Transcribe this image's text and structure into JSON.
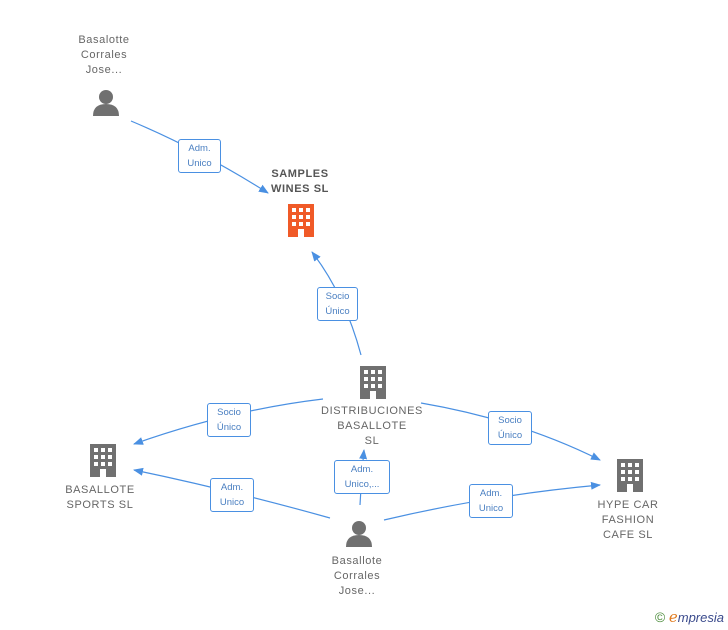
{
  "colors": {
    "edge": "#4a90e2",
    "company": "#707070",
    "focus_company": "#f05a28",
    "person": "#707070"
  },
  "nodes": {
    "person_top": {
      "label": "Basalotte\nCorrales\nJose...",
      "icon": "person-icon"
    },
    "samples": {
      "label": "SAMPLES\nWINES  SL",
      "icon": "building-icon"
    },
    "distribuciones": {
      "label": "DISTRIBUCIONES\nBASALLOTE\nSL",
      "icon": "building-icon"
    },
    "basallote_sports": {
      "label": "BASALLOTE\nSPORTS  SL",
      "icon": "building-icon"
    },
    "hype": {
      "label": "HYPE CAR\nFASHION\nCAFE  SL",
      "icon": "building-icon"
    },
    "person_bottom": {
      "label": "Basallote\nCorrales\nJose...",
      "icon": "person-icon"
    }
  },
  "edges": {
    "e1": "Adm.\nUnico",
    "e2": "Socio\nÚnico",
    "e3": "Socio\nÚnico",
    "e4": "Socio\nÚnico",
    "e5": "Adm.\nUnico,...",
    "e6": "Adm.\nUnico",
    "e7": "Adm.\nUnico"
  },
  "brand": {
    "copyright": "©",
    "e": "e",
    "rest": "mpresia"
  }
}
